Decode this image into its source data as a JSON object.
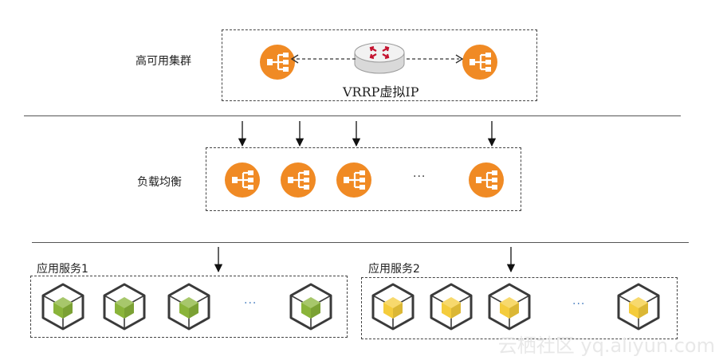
{
  "ha_cluster": {
    "label": "高可用集群",
    "vip_label": "VRRP虚拟IP"
  },
  "load_balancing": {
    "label": "负载均衡",
    "ellipsis": "···"
  },
  "app_service_1": {
    "label": "应用服务1",
    "ellipsis": "···",
    "cube_color": "#8ab43a"
  },
  "app_service_2": {
    "label": "应用服务2",
    "ellipsis": "···",
    "cube_color": "#f4cc3c"
  },
  "colors": {
    "balancer": "#f08a24",
    "router": "#c4122f"
  },
  "watermark": "云栖社区 yq.aliyun.com"
}
